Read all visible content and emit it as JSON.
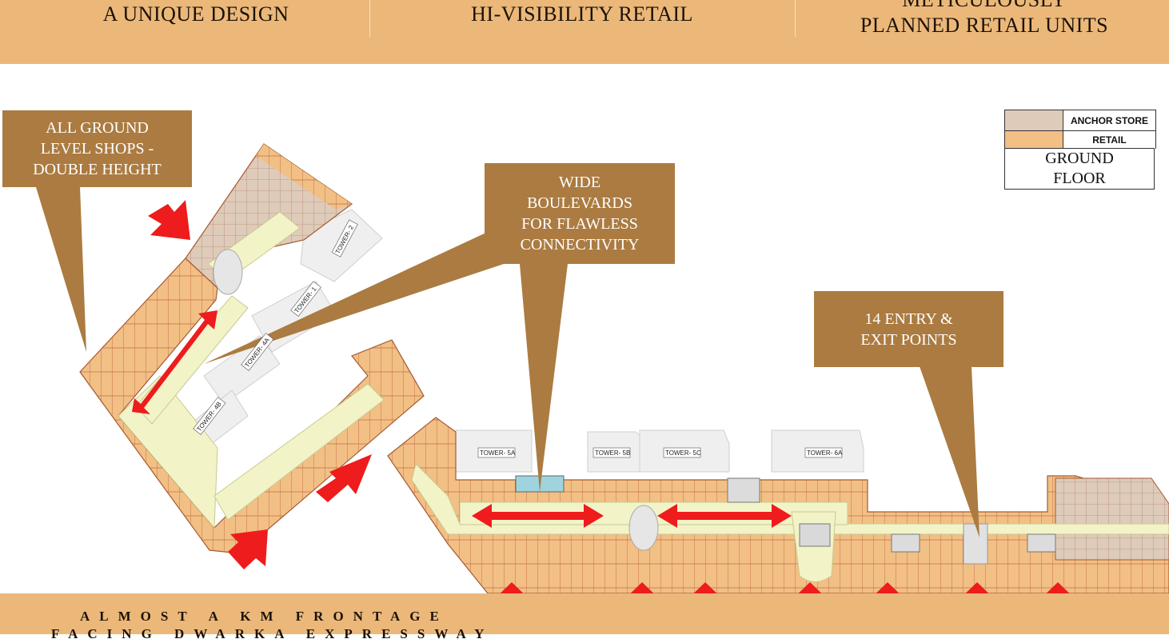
{
  "header": {
    "items": [
      {
        "label": "A UNIQUE DESIGN"
      },
      {
        "label": "HI-VISIBILITY RETAIL"
      },
      {
        "line1": "METICULOUSLY",
        "line2": "PLANNED RETAIL UNITS"
      }
    ]
  },
  "callouts": {
    "ground_level": [
      "ALL GROUND",
      "LEVEL SHOPS -",
      "DOUBLE HEIGHT"
    ],
    "boulevards": [
      "WIDE",
      "BOULEVARDS",
      "FOR FLAWLESS",
      "CONNECTIVITY"
    ],
    "entry": [
      "14 ENTRY &",
      "EXIT POINTS"
    ]
  },
  "legend": {
    "anchor_label": "ANCHOR STORE",
    "retail_label": "RETAIL",
    "title_line1": "GROUND",
    "title_line2": "FLOOR",
    "anchor_color": "#decbb9",
    "retail_color": "#f2bf85"
  },
  "towers": [
    "TOWER- 2",
    "TOWER- 1",
    "TOWER- 4A",
    "TOWER- 4B",
    "TOWER- 5A",
    "TOWER- 5B",
    "TOWER- 5C",
    "TOWER- 6A"
  ],
  "footer": {
    "line1": "ALMOST A KM FRONTAGE",
    "line2": "FACING DWARKA EXPRESSWAY"
  },
  "colors": {
    "band": "#ebb87a",
    "callout": "#ab7b41",
    "arrow": "#ee1c1c",
    "corridor": "#f3f3c8",
    "retail": "#f2bf85",
    "anchor": "#decbb9",
    "tower": "#efefef"
  }
}
